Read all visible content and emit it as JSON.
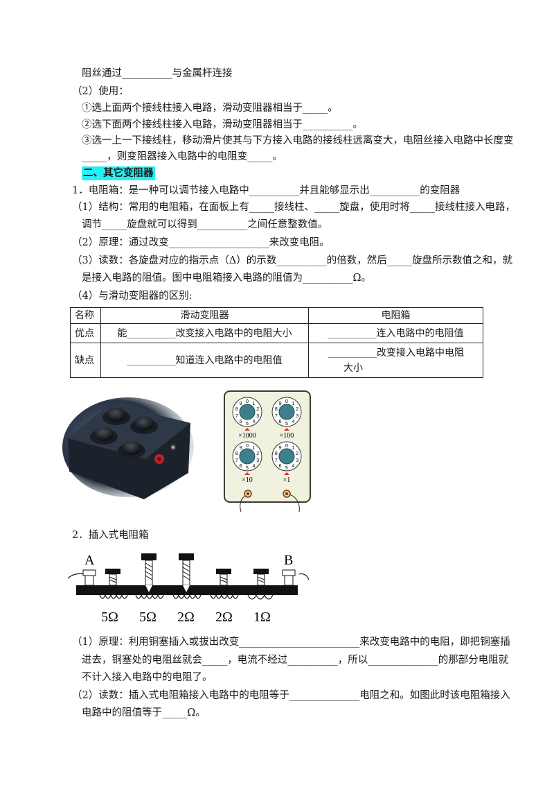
{
  "top": {
    "line1": "阻丝通过__________与金属杆连接",
    "use_title": "（2）使用：",
    "use1": "①选上面两个接线柱接入电路，滑动变阻器相当于_____。",
    "use2": "②选下面两个接线柱接入电路，滑动变阻器相当于__________。",
    "use3a": "③选一上一下接线柱，移动滑片使其与下方接入电路的接线柱远离变大，电阻丝接入电路中长度变",
    "use3b": "_____，则变阻器接入电路中的电阻变_____。"
  },
  "section2": {
    "title": "二、其它变阻器",
    "item1": "1．电阻箱：是一种可以调节接入电路中__________并且能够显示出__________的变阻器",
    "struct_a": "（1）结构：常用的电阻箱，在面板上有_____接线柱、_____旋盘，使用时将_____接线柱接入电路，",
    "struct_b": "调节_____旋盘就可以得到__________之间任意整数值。",
    "principle": "（2）原理：通过改变____________________来改变电阻。",
    "reading_a": "（3）读数：各旋盘对应的指示点（Δ）的示数__________的倍数，然后_____旋盘所示数值之和，就",
    "reading_b": "是接入电路的阻值。图中电阻箱接入电路的阻值为__________Ω。",
    "diff": "（4）与滑动变阻器的区别:"
  },
  "table": {
    "headers": [
      "名称",
      "滑动变阻器",
      "电阻箱"
    ],
    "rows": [
      {
        "name": "优点",
        "slide": "能__________改变接入电路中的电阻大小",
        "box": "__________连入电路中的电阻值"
      },
      {
        "name": "缺点",
        "slide": "__________知道连入电路中的电阻值",
        "box_a": "__________改变接入电路中电阻",
        "box_b": "大小"
      }
    ]
  },
  "dial_box": {
    "labels": [
      "×1000",
      "×100",
      "×10",
      "×1"
    ],
    "digits": [
      "0",
      "1",
      "2",
      "3",
      "4",
      "5",
      "6",
      "7",
      "8",
      "9"
    ]
  },
  "plug_box": {
    "title": "2．插入式电阻箱",
    "terminal_a": "A",
    "terminal_b": "B",
    "values": [
      "5Ω",
      "5Ω",
      "2Ω",
      "2Ω",
      "1Ω"
    ]
  },
  "bottom": {
    "p1a": "（1）原理：利用铜塞插入或拔出改变________________________来改变电路中的电阻，即把铜塞插",
    "p1b": "进去，铜塞处的电阻丝就会_____，电流不经过__________，所以______________的那部分电阻就",
    "p1c": "不计入接入电路中的电阻了。",
    "p2a": "（2）读数：插入式电阻箱接入电路中的电阻等于______________电阻之和。如图此时该电阻箱接入",
    "p2b": "电路中的阻值等于_____Ω。"
  }
}
